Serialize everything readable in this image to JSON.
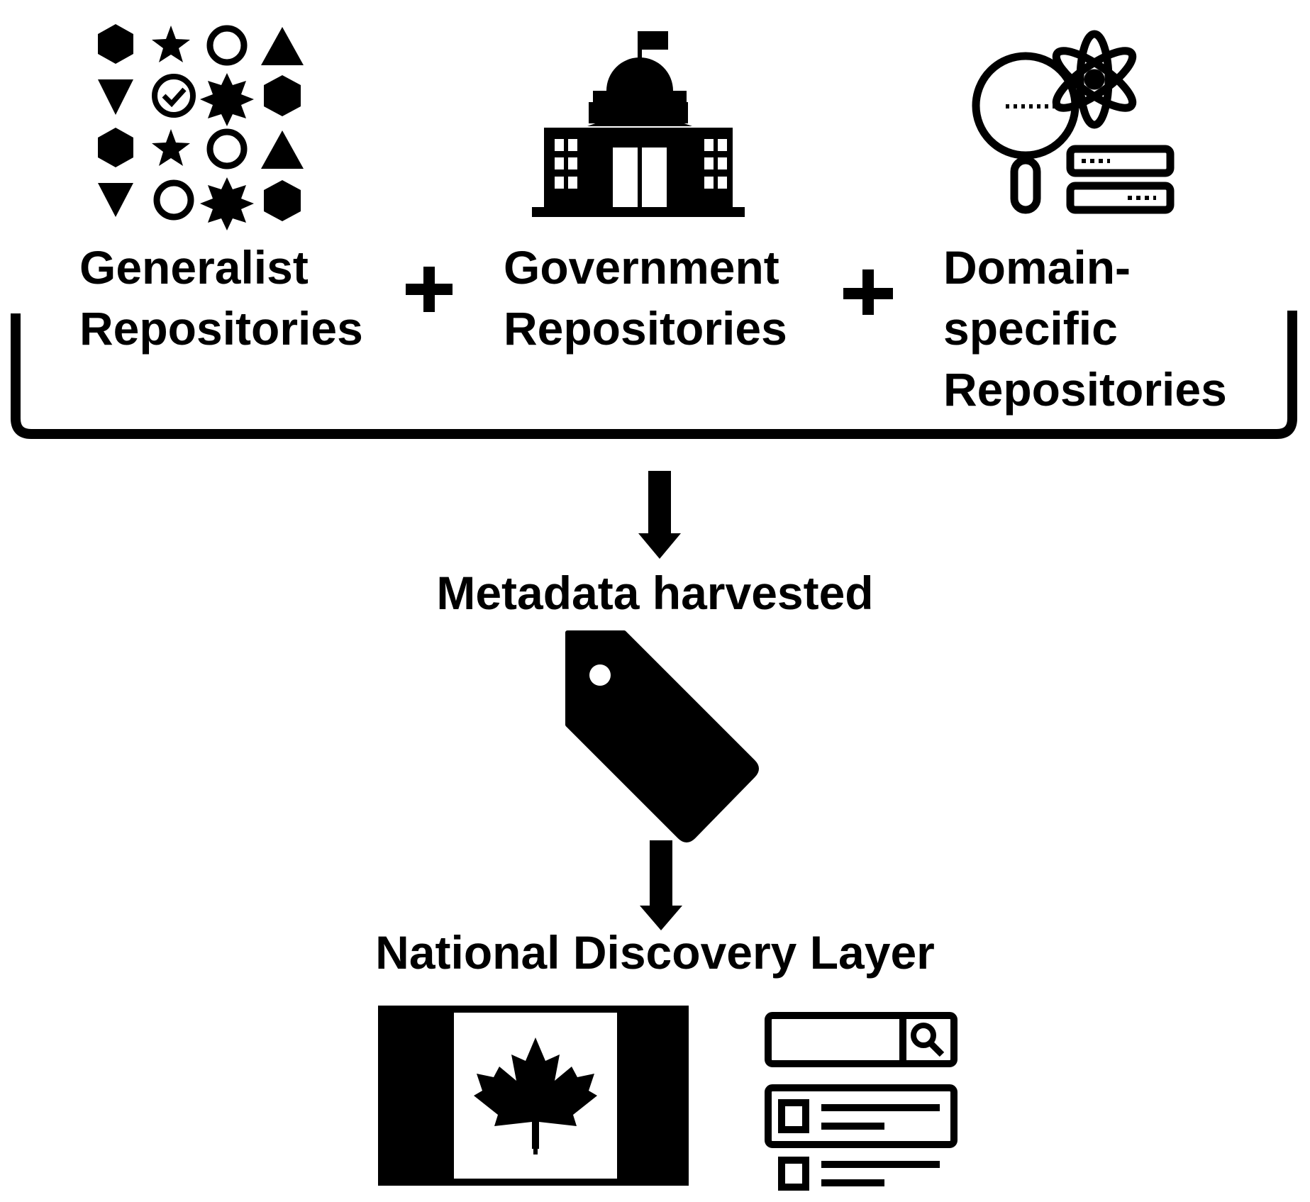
{
  "colors": {
    "ink": "#000000",
    "paper": "#ffffff"
  },
  "sources": [
    {
      "lines": [
        "Generalist",
        "Repositories"
      ],
      "icon": "shapes-grid-icon"
    },
    {
      "lines": [
        "Government",
        "Repositories"
      ],
      "icon": "government-building-icon"
    },
    {
      "lines": [
        "Domain-",
        "specific",
        "Repositories"
      ],
      "icon": "research-database-icon"
    }
  ],
  "operators": [
    "+",
    "+"
  ],
  "steps": {
    "harvest": {
      "label": "Metadata harvested",
      "icon": "price-tag-icon"
    },
    "discovery": {
      "label": "National Discovery Layer",
      "icons": [
        "canada-flag-icon",
        "search-results-icon"
      ]
    }
  }
}
